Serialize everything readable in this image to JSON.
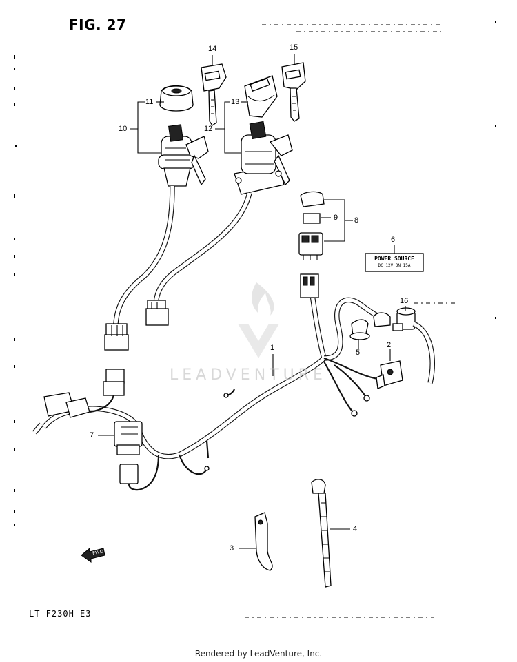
{
  "figure": {
    "title": "FIG. 27",
    "model_code": "LT-F230H  E3",
    "footer": "Rendered by LeadVenture, Inc.",
    "watermark": "LEADVENTURE"
  },
  "callouts": [
    {
      "id": "c14",
      "label": "14"
    },
    {
      "id": "c15",
      "label": "15"
    },
    {
      "id": "c11",
      "label": "11"
    },
    {
      "id": "c13",
      "label": "13"
    },
    {
      "id": "c10",
      "label": "10"
    },
    {
      "id": "c12",
      "label": "12"
    },
    {
      "id": "c9",
      "label": "9"
    },
    {
      "id": "c8",
      "label": "8"
    },
    {
      "id": "c6",
      "label": "6"
    },
    {
      "id": "c16",
      "label": "16"
    },
    {
      "id": "c1",
      "label": "1"
    },
    {
      "id": "c2",
      "label": "2"
    },
    {
      "id": "c5",
      "label": "5"
    },
    {
      "id": "c7",
      "label": "7"
    },
    {
      "id": "c4",
      "label": "4"
    },
    {
      "id": "c3",
      "label": "3"
    }
  ],
  "labels": {
    "power_source_line1": "POWER  SOURCE",
    "power_source_line2": "DC  12V  ON  15A",
    "arrow_mark": "FWD"
  }
}
